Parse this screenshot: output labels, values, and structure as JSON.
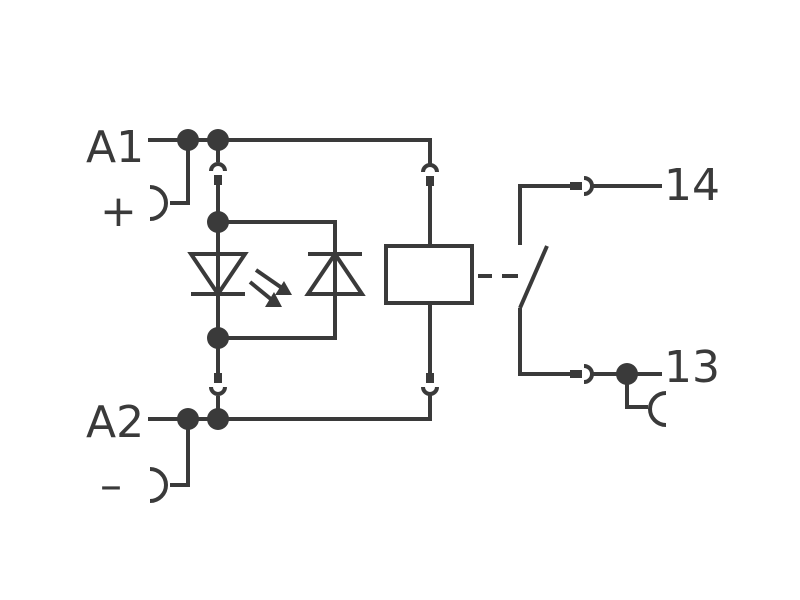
{
  "terminals": {
    "a1": "A1",
    "a2": "A2",
    "plus": "+",
    "minus": "–",
    "t14": "14",
    "t13": "13"
  },
  "colors": {
    "line": "#3a3a3a",
    "background": "#ffffff"
  }
}
